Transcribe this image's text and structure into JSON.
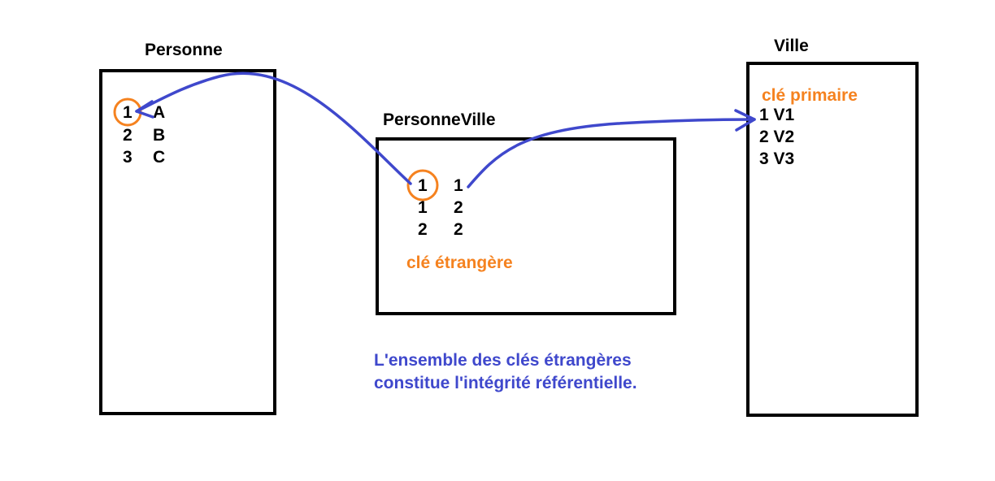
{
  "tables": {
    "personne": {
      "title": "Personne",
      "rows": [
        {
          "id": "1",
          "val": "A"
        },
        {
          "id": "2",
          "val": "B"
        },
        {
          "id": "3",
          "val": "C"
        }
      ]
    },
    "personneville": {
      "title": "PersonneVille",
      "rows": [
        {
          "a": "1",
          "b": "1"
        },
        {
          "a": "1",
          "b": "2"
        },
        {
          "a": "2",
          "b": "2"
        }
      ],
      "note": "clé étrangère"
    },
    "ville": {
      "title": "Ville",
      "note": "clé primaire",
      "rows": [
        "1 V1",
        "2 V2",
        "3 V3"
      ]
    }
  },
  "caption": {
    "line1": "L'ensemble des clés étrangères",
    "line2": "constitue l'intégrité référentielle."
  },
  "colors": {
    "highlight": "#f5821f",
    "arrow": "#3f48cc",
    "border": "#000000"
  }
}
